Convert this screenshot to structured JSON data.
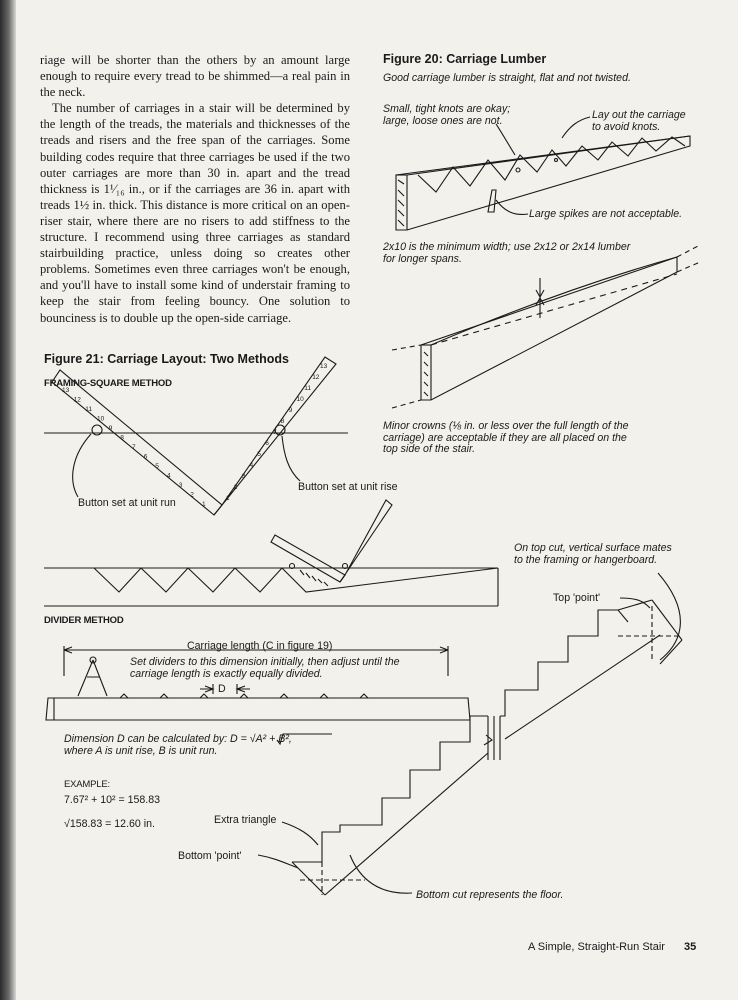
{
  "body_text": {
    "p1": "riage will be shorter than the others by an amount large enough to require every tread to be shimmed—a real pain in the neck.",
    "p2": "The number of carriages in a stair will be determined by the length of the treads, the materials and thicknesses of the treads and risers and the free span of the carriages. Some building codes require that three carriages be used if the two outer carriages are more than 30 in. apart and the tread thickness is 1¹⁄₁₆ in., or if the carriages are 36 in. apart with treads 1½ in. thick. This distance is more critical on an open-riser stair, where there are no risers to add stiffness to the structure. I recommend using three carriages as standard stairbuilding practice, unless doing so creates other problems. Sometimes even three carriages won't be enough, and you'll have to install some kind of understair framing to keep the stair from feeling bouncy. One solution to bounciness is to double up the open-side carriage."
  },
  "figure20": {
    "title": "Figure 20: Carriage Lumber",
    "subtitle": "Good carriage lumber is straight, flat and not twisted.",
    "knots_note_1": "Small, tight knots are okay;",
    "knots_note_2": "large, loose ones are not.",
    "layout_note_1": "Lay out the carriage",
    "layout_note_2": "to avoid knots.",
    "spikes_note": "Large spikes are not acceptable.",
    "width_note_1": "2x10 is the minimum width; use 2x12 or 2x14 lumber",
    "width_note_2": "for longer spans.",
    "crown_note_1": "Minor crowns (⅛ in. or less over the full length of the",
    "crown_note_2": "carriage) are acceptable if they are all placed on the",
    "crown_note_3": "top side of the stair."
  },
  "figure21": {
    "title": "Figure 21: Carriage Layout: Two Methods",
    "framing_square_heading": "FRAMING-SQUARE METHOD",
    "button_run": "Button set at unit run",
    "button_rise": "Button set at unit rise",
    "divider_heading": "DIVIDER METHOD",
    "carriage_length": "Carriage length (C in figure 19)",
    "set_dividers_1": "Set dividers to this dimension initially, then adjust until the",
    "set_dividers_2": "carriage length is exactly equally divided.",
    "d_label": "D",
    "dimension_formula_1": "Dimension D can be calculated by: D = √A² + B²,",
    "dimension_formula_2": "where A is unit rise, B is unit run.",
    "example_heading": "EXAMPLE:",
    "example_line1": "7.67² + 10² = 158.83",
    "example_line2": "√158.83 = 12.60 in.",
    "top_cut_note_1": "On top cut, vertical surface mates",
    "top_cut_note_2": "to the framing or hangerboard.",
    "top_point": "Top 'point'",
    "extra_triangle": "Extra triangle",
    "bottom_point": "Bottom 'point'",
    "bottom_cut_note": "Bottom cut represents the floor.",
    "square_ticks_left": [
      "13",
      "12",
      "11",
      "10",
      "9",
      "8",
      "7",
      "6",
      "5",
      "4",
      "3",
      "2",
      "1"
    ],
    "square_ticks_right": [
      "13",
      "12",
      "11",
      "10",
      "9",
      "8",
      "7",
      "6",
      "5",
      "4",
      "3",
      "2",
      "1"
    ]
  },
  "footer": {
    "chapter": "A Simple, Straight-Run Stair",
    "page": "35"
  }
}
